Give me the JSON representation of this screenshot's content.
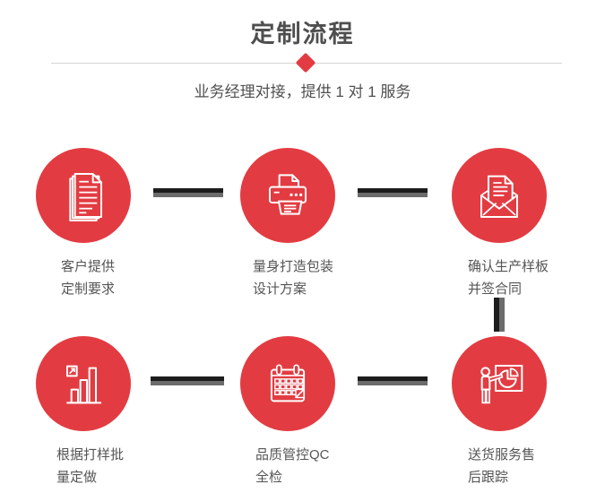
{
  "header": {
    "title": "定制流程",
    "subtitle": "业务经理对接，提供 1 对 1 服务"
  },
  "colors": {
    "accent_red": "#e23c42",
    "title_text": "#4f4f4f",
    "subtitle_text": "#4f4f4f",
    "label_text": "#555555",
    "divider_line": "#d6d6d6",
    "connector_dark": "#1d1d1d",
    "connector_light": "#6c6c6c",
    "icon_stroke": "#ffffff",
    "background": "#ffffff"
  },
  "steps": [
    {
      "icon": "documents-icon",
      "lines": [
        "客户提供",
        "定制要求"
      ]
    },
    {
      "icon": "printer-icon",
      "lines": [
        "量身打造包装",
        "设计方案"
      ]
    },
    {
      "icon": "envelope-icon",
      "lines": [
        "确认生产样板",
        "并签合同"
      ]
    },
    {
      "icon": "bar-chart-icon",
      "lines": [
        "根据打样批",
        "量定做"
      ]
    },
    {
      "icon": "calendar-icon",
      "lines": [
        "品质管控QC",
        "全检"
      ]
    },
    {
      "icon": "presentation-icon",
      "lines": [
        "送货服务售",
        "后跟踪"
      ]
    }
  ]
}
